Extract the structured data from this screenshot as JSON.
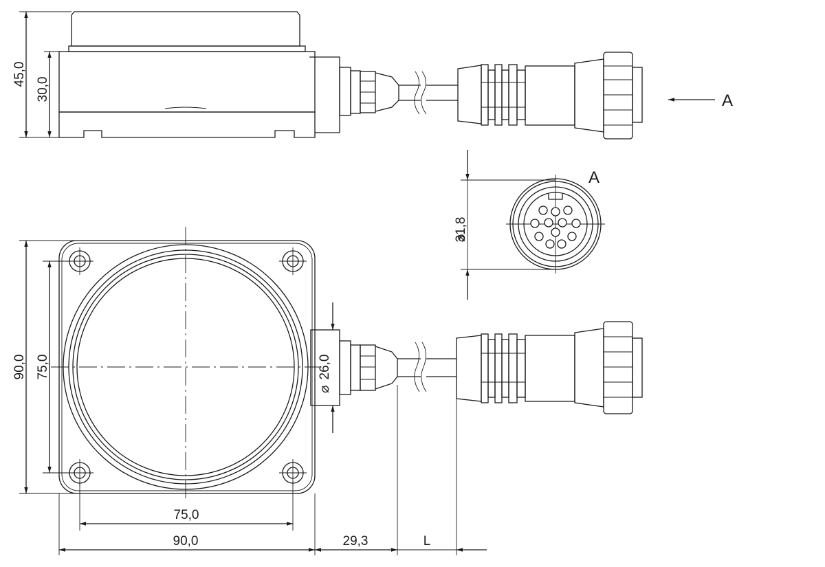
{
  "side_view": {
    "height_total": "45,0",
    "height_body": "30,0",
    "view_arrow_label": "A"
  },
  "connector_view": {
    "label": "A",
    "diameter": "31,8",
    "diameter_symbol": "⌀"
  },
  "top_view": {
    "height_total": "90,0",
    "hole_spacing_vertical": "75,0",
    "hole_spacing_horizontal": "75,0",
    "width_total": "90,0",
    "cable_offset": "29,3",
    "cable_length": "L",
    "gland_diameter": "26,0",
    "diameter_symbol": "⌀"
  }
}
